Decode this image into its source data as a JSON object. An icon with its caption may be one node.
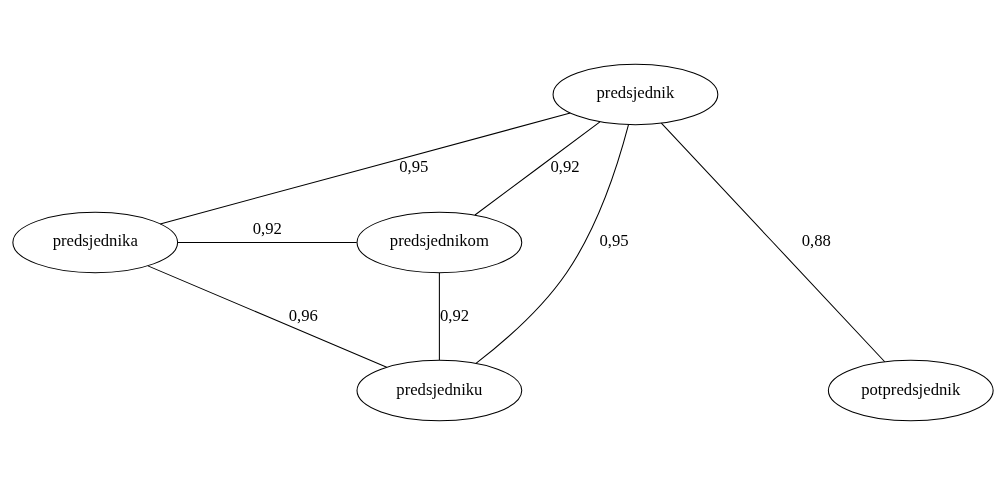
{
  "diagram": {
    "nodes": [
      {
        "text": [
          "predsjednik"
        ]
      },
      {
        "text": [
          "predsjednika"
        ]
      },
      {
        "text": [
          "predsjednikom"
        ]
      },
      {
        "text": [
          "predsjedniku"
        ]
      },
      {
        "text": [
          "potpredsjednik"
        ]
      }
    ],
    "edges": [
      {
        "from": 0,
        "to": 1,
        "arrow": "none",
        "label": "0,95"
      },
      {
        "from": 0,
        "to": 3,
        "arrow": "none",
        "label": "0,95"
      },
      {
        "from": 0,
        "to": 4,
        "arrow": "none",
        "label": "0,88"
      },
      {
        "from": 0,
        "to": 2,
        "arrow": "none",
        "label": "0,92"
      },
      {
        "from": 1,
        "to": 2,
        "arrow": "none",
        "label": "0,92"
      },
      {
        "from": 1,
        "to": 3,
        "arrow": "none",
        "label": "0,96"
      },
      {
        "from": 3,
        "to": 2,
        "arrow": "none",
        "label": "0,92"
      }
    ]
  }
}
